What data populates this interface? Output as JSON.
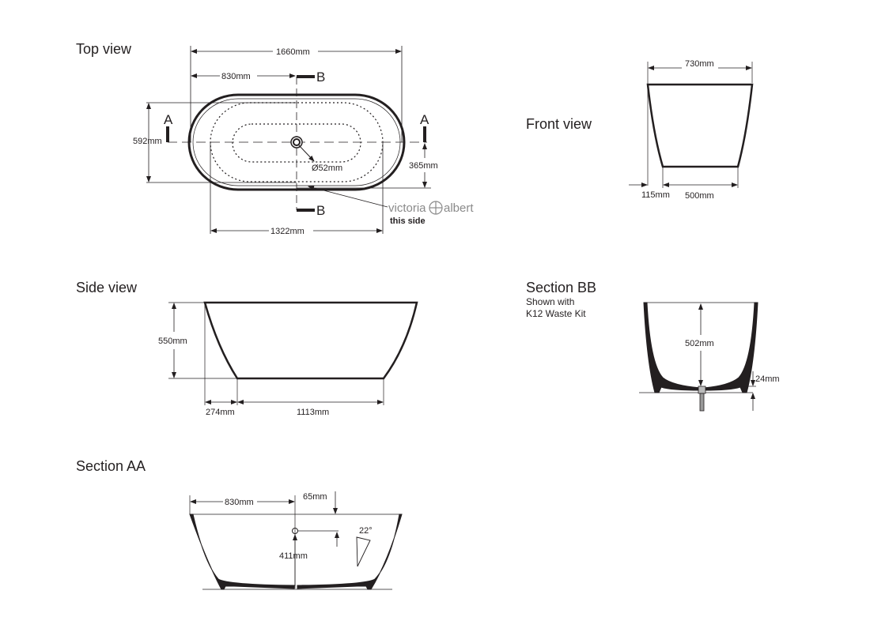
{
  "views": {
    "top": {
      "title": "Top view",
      "overall_length": "1660mm",
      "half_length": "830mm",
      "width": "592mm",
      "waste_offset": "365mm",
      "waste_diameter": "Ø52mm",
      "base_length": "1322mm",
      "section_a": "A",
      "section_b": "B",
      "brand_left": "victoria",
      "brand_right": "albert",
      "brand_note": "this side"
    },
    "front": {
      "title": "Front view",
      "top_width": "730mm",
      "base_offset": "115mm",
      "base_width": "500mm"
    },
    "side": {
      "title": "Side view",
      "height": "550mm",
      "slope_offset": "274mm",
      "base_length": "1113mm"
    },
    "section_bb": {
      "title": "Section BB",
      "subtitle_line1": "Shown with",
      "subtitle_line2": "K12 Waste Kit",
      "depth": "502mm",
      "waste_height": "24mm"
    },
    "section_aa": {
      "title": "Section AA",
      "half_length": "830mm",
      "overflow_drop": "65mm",
      "overflow_height": "411mm",
      "backrest_angle": "22°"
    }
  },
  "colors": {
    "line": "#231f20",
    "brand": "#8a8a8a"
  }
}
